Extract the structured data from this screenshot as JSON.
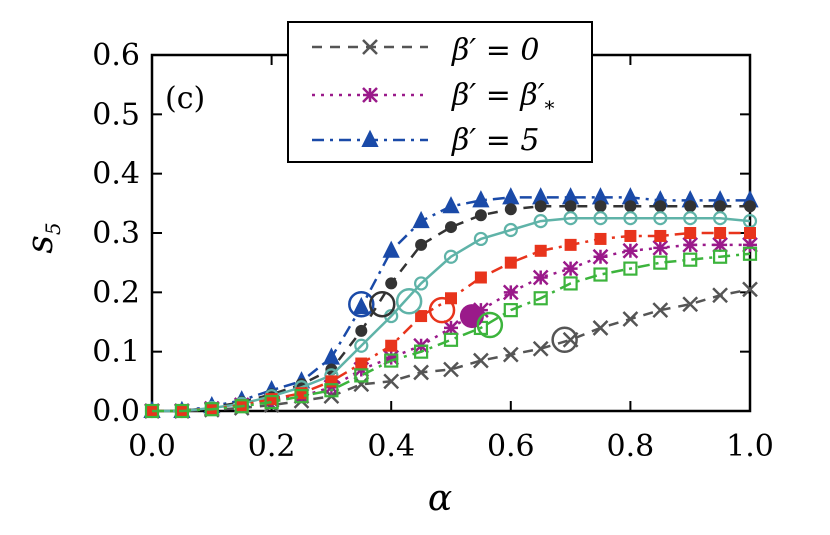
{
  "chart_data": {
    "type": "line",
    "panel_label": "(c)",
    "xlabel": "α",
    "ylabel": "s",
    "ylabel_sub": "5",
    "xlim": [
      0.0,
      1.0
    ],
    "ylim": [
      0.0,
      0.6
    ],
    "xticks": [
      "0.0",
      "0.2",
      "0.4",
      "0.6",
      "0.8",
      "1.0"
    ],
    "yticks": [
      "0.0",
      "0.1",
      "0.2",
      "0.3",
      "0.4",
      "0.5",
      "0.6"
    ],
    "grid": false,
    "legend_position": "top-center",
    "legend": [
      {
        "series_index": 0,
        "text": "β′ = 0"
      },
      {
        "series_index": 1,
        "text_main": "β′ = β′",
        "text_sub": "*"
      },
      {
        "series_index": 2,
        "text": "β′ = 5"
      }
    ],
    "series": [
      {
        "name": "β′ = 0",
        "color": "#555555",
        "marker": "x",
        "dash": "dash",
        "x": [
          0.0,
          0.05,
          0.1,
          0.15,
          0.2,
          0.25,
          0.3,
          0.35,
          0.4,
          0.45,
          0.5,
          0.55,
          0.6,
          0.65,
          0.7,
          0.75,
          0.8,
          0.85,
          0.9,
          0.95,
          1.0
        ],
        "y": [
          0.0,
          0.0,
          0.002,
          0.005,
          0.01,
          0.017,
          0.025,
          0.045,
          0.05,
          0.065,
          0.07,
          0.085,
          0.095,
          0.105,
          0.12,
          0.14,
          0.155,
          0.17,
          0.18,
          0.195,
          0.205
        ]
      },
      {
        "name": "β′ = β′*",
        "color": "#9a1a8a",
        "marker": "asterisk",
        "dash": "dot",
        "x": [
          0.0,
          0.05,
          0.1,
          0.15,
          0.2,
          0.25,
          0.3,
          0.35,
          0.4,
          0.45,
          0.5,
          0.55,
          0.6,
          0.65,
          0.7,
          0.75,
          0.8,
          0.85,
          0.9,
          0.95,
          1.0
        ],
        "y": [
          0.0,
          0.0,
          0.004,
          0.01,
          0.018,
          0.025,
          0.04,
          0.07,
          0.09,
          0.11,
          0.14,
          0.17,
          0.2,
          0.225,
          0.24,
          0.26,
          0.27,
          0.275,
          0.28,
          0.28,
          0.28
        ]
      },
      {
        "name": "β′ = 5",
        "color": "#1a4aa8",
        "marker": "triangle",
        "dash": "dashdot",
        "x": [
          0.0,
          0.05,
          0.1,
          0.15,
          0.2,
          0.25,
          0.3,
          0.35,
          0.4,
          0.45,
          0.5,
          0.55,
          0.6,
          0.65,
          0.7,
          0.75,
          0.8,
          0.85,
          0.9,
          0.95,
          1.0
        ],
        "y": [
          0.0,
          0.0,
          0.008,
          0.018,
          0.035,
          0.05,
          0.09,
          0.175,
          0.27,
          0.32,
          0.345,
          0.355,
          0.36,
          0.36,
          0.36,
          0.36,
          0.36,
          0.355,
          0.355,
          0.355,
          0.355
        ]
      },
      {
        "color": "#333333",
        "marker": "filled-circle",
        "dash": "dash",
        "x": [
          0.0,
          0.05,
          0.1,
          0.15,
          0.2,
          0.25,
          0.3,
          0.35,
          0.4,
          0.45,
          0.5,
          0.55,
          0.6,
          0.65,
          0.7,
          0.75,
          0.8,
          0.85,
          0.9,
          0.95,
          1.0
        ],
        "y": [
          0.0,
          0.0,
          0.006,
          0.015,
          0.028,
          0.045,
          0.07,
          0.135,
          0.215,
          0.28,
          0.31,
          0.33,
          0.34,
          0.345,
          0.345,
          0.345,
          0.345,
          0.345,
          0.345,
          0.345,
          0.345
        ]
      },
      {
        "color": "#5fb3a8",
        "marker": "open-circle",
        "dash": "solid",
        "x": [
          0.0,
          0.05,
          0.1,
          0.15,
          0.2,
          0.25,
          0.3,
          0.35,
          0.4,
          0.45,
          0.5,
          0.55,
          0.6,
          0.65,
          0.7,
          0.75,
          0.8,
          0.85,
          0.9,
          0.95,
          1.0
        ],
        "y": [
          0.0,
          0.0,
          0.005,
          0.012,
          0.025,
          0.04,
          0.06,
          0.11,
          0.16,
          0.215,
          0.26,
          0.29,
          0.305,
          0.32,
          0.325,
          0.325,
          0.325,
          0.325,
          0.325,
          0.325,
          0.32
        ]
      },
      {
        "color": "#e8341c",
        "marker": "filled-square",
        "dash": "dashdot",
        "x": [
          0.0,
          0.05,
          0.1,
          0.15,
          0.2,
          0.25,
          0.3,
          0.35,
          0.4,
          0.45,
          0.5,
          0.55,
          0.6,
          0.65,
          0.7,
          0.75,
          0.8,
          0.85,
          0.9,
          0.95,
          1.0
        ],
        "y": [
          0.0,
          0.0,
          0.004,
          0.01,
          0.02,
          0.03,
          0.05,
          0.08,
          0.11,
          0.16,
          0.19,
          0.225,
          0.25,
          0.27,
          0.28,
          0.29,
          0.295,
          0.295,
          0.3,
          0.3,
          0.3
        ]
      },
      {
        "color": "#3cb43c",
        "marker": "open-square",
        "dash": "dashdot",
        "x": [
          0.0,
          0.05,
          0.1,
          0.15,
          0.2,
          0.25,
          0.3,
          0.35,
          0.4,
          0.45,
          0.5,
          0.55,
          0.6,
          0.65,
          0.7,
          0.75,
          0.8,
          0.85,
          0.9,
          0.95,
          1.0
        ],
        "y": [
          0.0,
          0.0,
          0.003,
          0.008,
          0.015,
          0.025,
          0.035,
          0.06,
          0.085,
          0.1,
          0.12,
          0.14,
          0.17,
          0.19,
          0.215,
          0.23,
          0.24,
          0.25,
          0.255,
          0.26,
          0.265
        ]
      }
    ],
    "highlights": [
      {
        "x": 0.35,
        "y": 0.18,
        "color": "#1a4aa8",
        "filled": false
      },
      {
        "x": 0.385,
        "y": 0.18,
        "color": "#333333",
        "filled": false
      },
      {
        "x": 0.43,
        "y": 0.185,
        "color": "#5fb3a8",
        "filled": false
      },
      {
        "x": 0.485,
        "y": 0.17,
        "color": "#e8341c",
        "filled": false
      },
      {
        "x": 0.535,
        "y": 0.16,
        "color": "#9a1a8a",
        "filled": true
      },
      {
        "x": 0.565,
        "y": 0.145,
        "color": "#3cb43c",
        "filled": false
      },
      {
        "x": 0.69,
        "y": 0.12,
        "color": "#555555",
        "filled": false
      }
    ]
  }
}
